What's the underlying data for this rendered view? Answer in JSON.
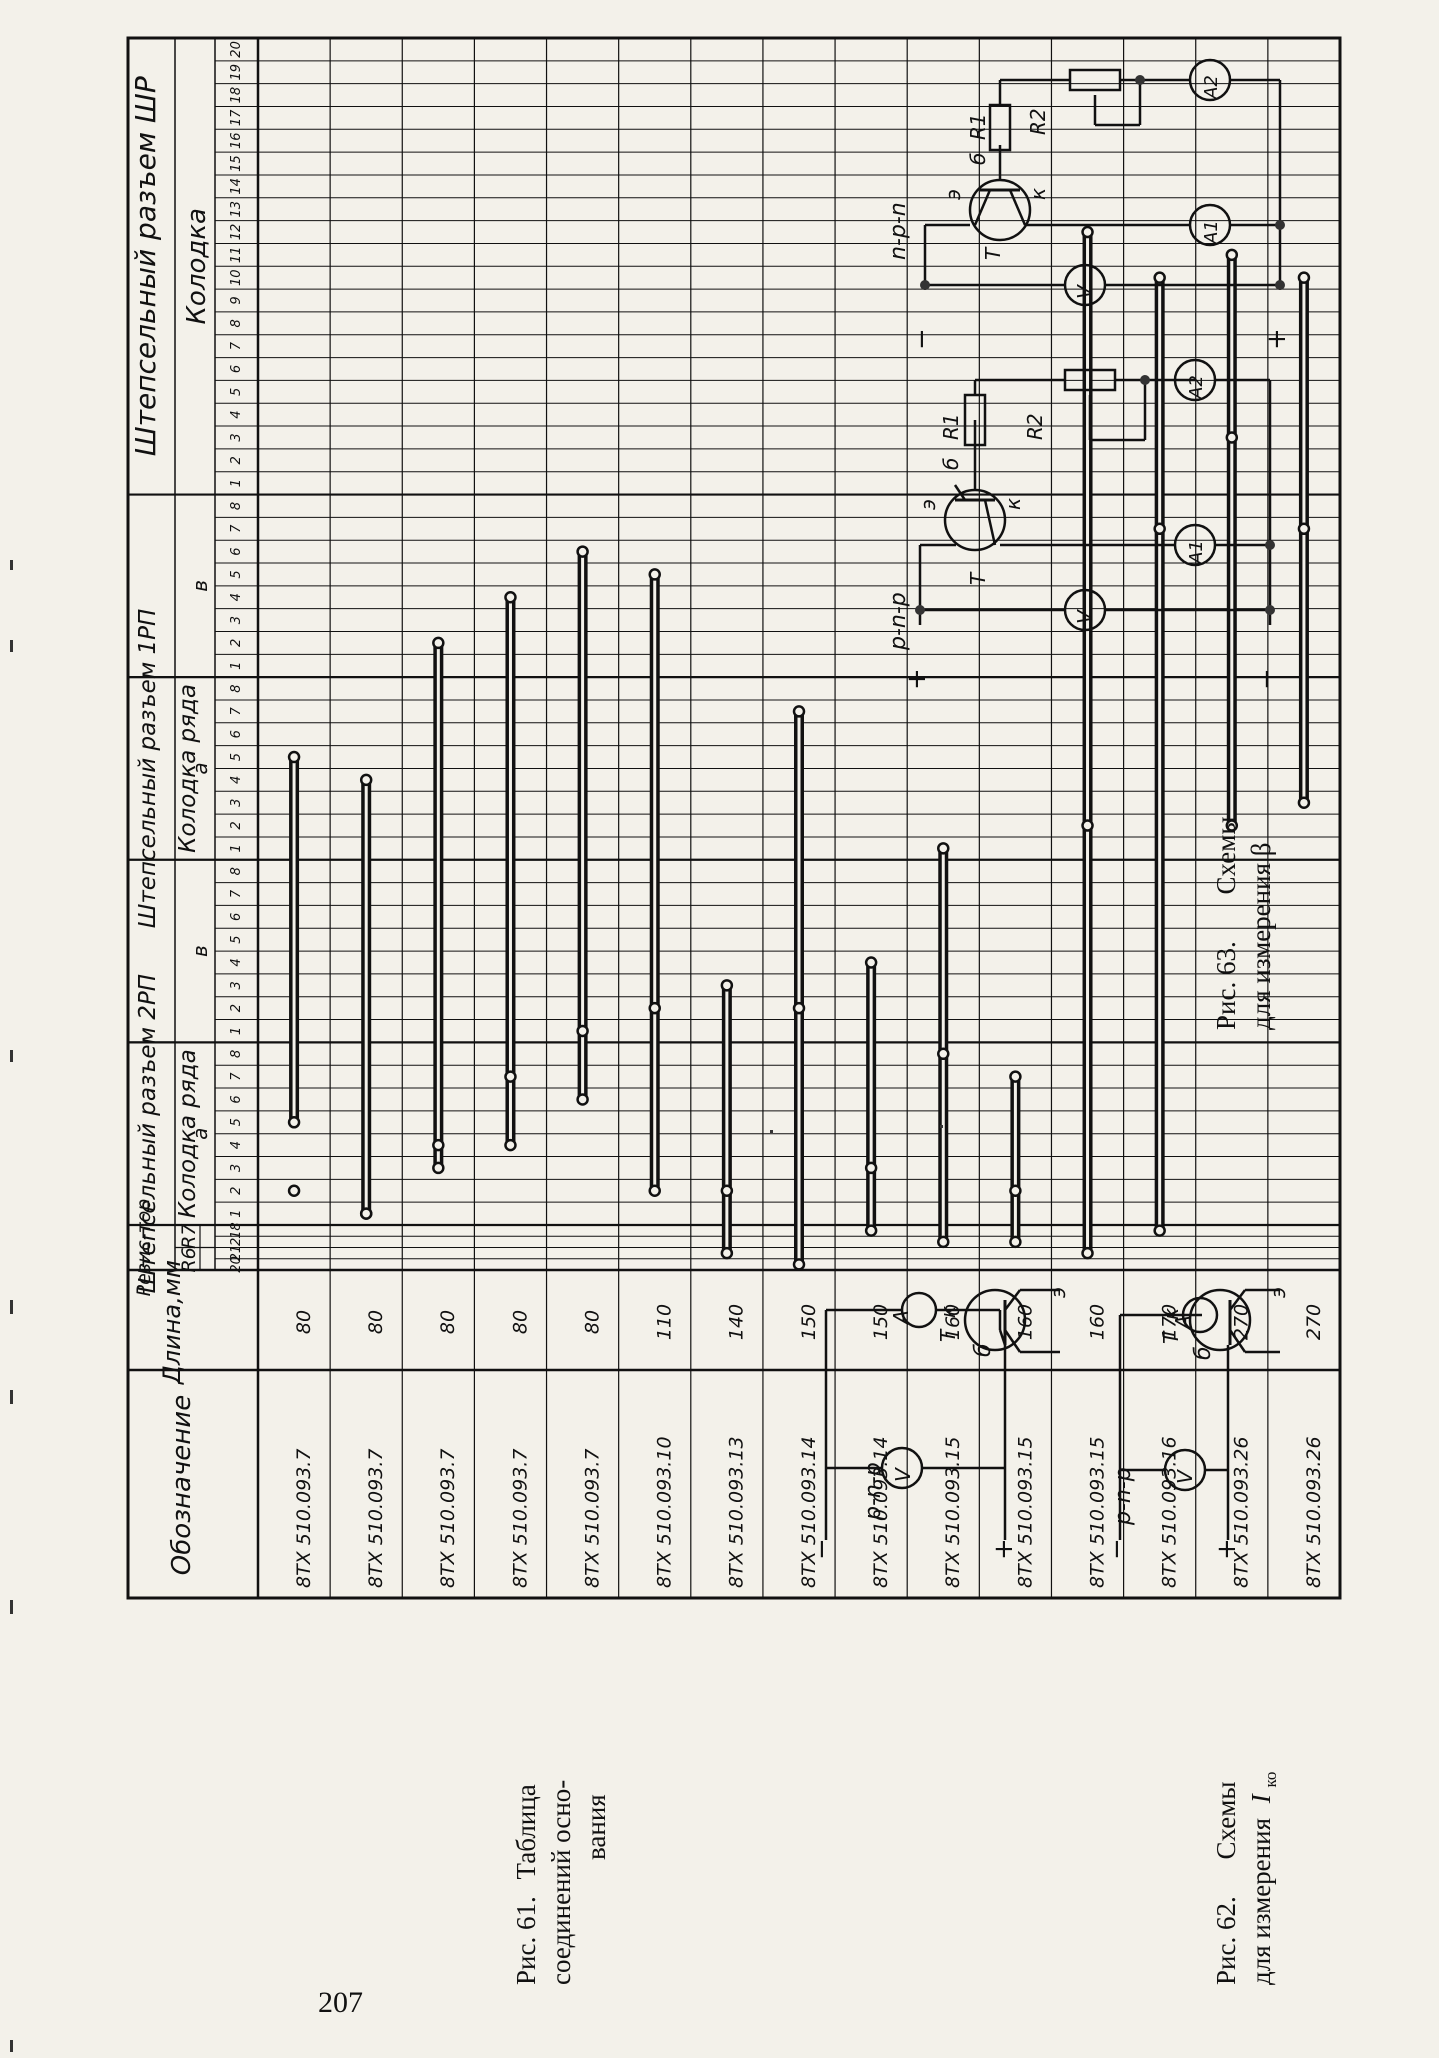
{
  "page_number": "207",
  "table": {
    "head_designation": "Обозначение",
    "head_length": "Длина,мм",
    "head_resistor": "Резис-тор",
    "resistor_r6": "R6",
    "resistor_r7": "R7",
    "resistor_cols": [
      "20",
      "21",
      "2",
      "18"
    ],
    "conn2rp_title": "Штепсельный разъем 2РП",
    "conn1rp_title": "Штепсельный разъем 1РП",
    "row_block": "Колодка ряда",
    "row_a": "а",
    "row_b": "в",
    "pins_1_8": [
      "1",
      "2",
      "3",
      "4",
      "5",
      "6",
      "7",
      "8"
    ],
    "shr_title": "Штепсельный разъем ШР",
    "shr_block": "Колодка",
    "shr_pins": [
      "1",
      "2",
      "3",
      "4",
      "5",
      "6",
      "7",
      "8",
      "9",
      "10",
      "11",
      "12",
      "13",
      "14",
      "15",
      "16",
      "17",
      "18",
      "19",
      "20"
    ],
    "rows": [
      {
        "designation": "8ТХ 510.093.7",
        "length": "80",
        "wire": [
          24,
          8,
          5
        ]
      },
      {
        "designation": "8ТХ 510.093.7",
        "length": "80",
        "wire": [
          23,
          4,
          4
        ]
      },
      {
        "designation": "8ТХ 510.093.7",
        "length": "80",
        "wire": [
          29,
          6,
          7
        ]
      },
      {
        "designation": "8ТХ 510.093.7",
        "length": "80",
        "wire": [
          31,
          7,
          10
        ]
      },
      {
        "designation": "8ТХ 510.093.7",
        "length": "80",
        "wire": [
          33,
          9,
          12
        ]
      },
      {
        "designation": "8ТХ 510.093.10",
        "length": "110",
        "wire": [
          32,
          5,
          13
        ]
      },
      {
        "designation": "8ТХ 510.093.13",
        "length": "140",
        "wire": [
          14,
          1,
          5
        ]
      },
      {
        "designation": "8ТХ 510.093.14",
        "length": "150",
        "wire": [
          26,
          0,
          13
        ]
      },
      {
        "designation": "8ТХ 510.093.14",
        "length": "150",
        "wire": [
          15,
          3,
          6
        ]
      },
      {
        "designation": "8ТХ 510.093.15",
        "length": "160",
        "wire": [
          20,
          2,
          11
        ]
      },
      {
        "designation": "8ТХ 510.093.15",
        "length": "160",
        "wire": [
          10,
          2,
          5
        ]
      },
      {
        "designation": "8ТХ 510.093.15",
        "length": "160",
        "wire": [
          47,
          1,
          21
        ]
      },
      {
        "designation": "8ТХ 510.093.16",
        "length": "170",
        "wire": [
          45,
          3,
          34
        ]
      },
      {
        "designation": "8ТХ 510.093.26",
        "length": "270",
        "wire": [
          46,
          21,
          38
        ]
      },
      {
        "designation": "8ТХ 510.093.26",
        "length": "270",
        "wire": [
          45,
          22,
          34
        ]
      }
    ]
  },
  "captions": {
    "fig61_label": "Рис. 61.",
    "fig61_text": [
      "Таблица",
      "соединений   осно-",
      "вания"
    ],
    "fig62_label": "Рис. 62.",
    "fig62_text": [
      "Схемы",
      "для измерения"
    ],
    "fig62_ik": "I",
    "fig62_sub": "ко",
    "fig63_label": "Рис. 63.",
    "fig63_text": [
      "Схемы",
      "для   измерения   β"
    ]
  },
  "schematics": {
    "pnp": "p-n-p",
    "npn": "n-p-n",
    "plus": "+",
    "minus": "−",
    "terminal": "∅",
    "ammeter": "A",
    "voltmeter": "V",
    "a1": "A1",
    "a2": "A2",
    "r1": "R1",
    "r2": "R2",
    "base": "б",
    "collector": "к",
    "emitter": "э",
    "transistor": "Т"
  }
}
